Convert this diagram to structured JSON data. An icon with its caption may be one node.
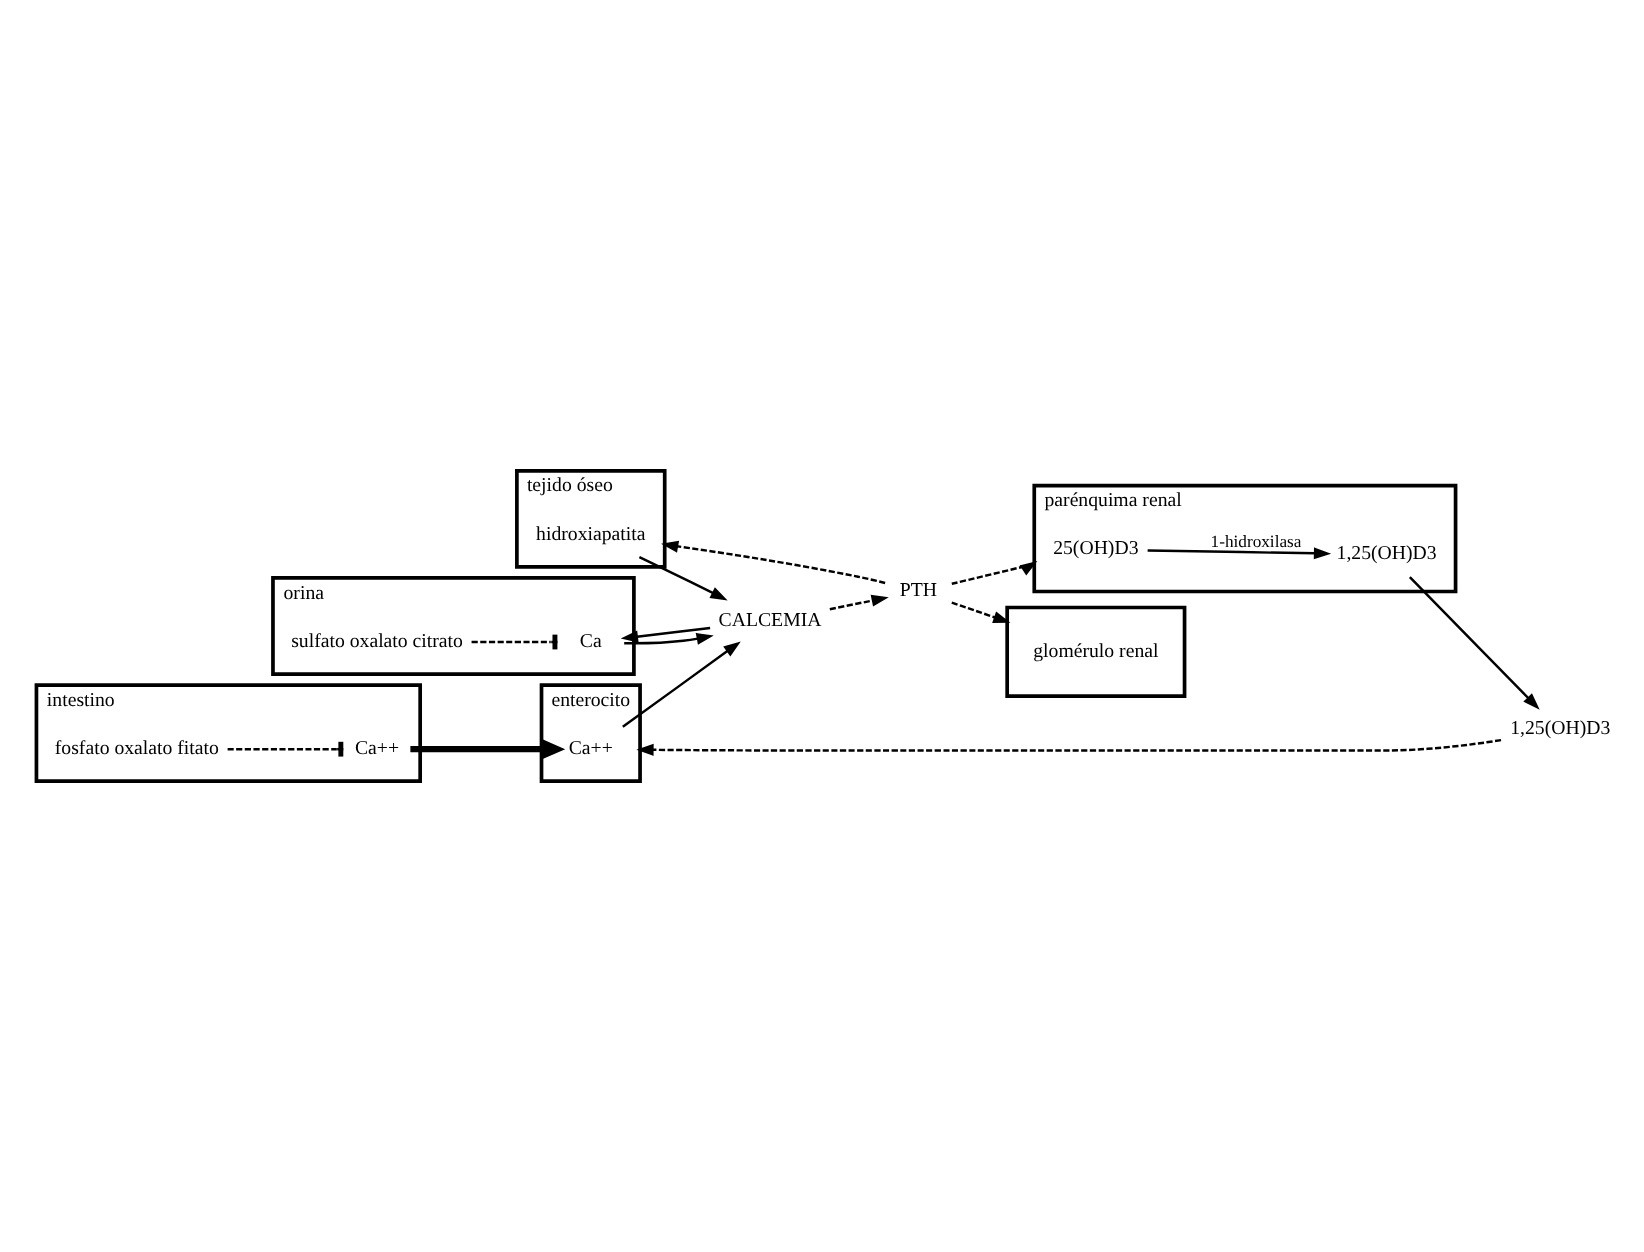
{
  "diagram": {
    "nodes": [
      {
        "text": [
          "intestino"
        ]
      },
      {
        "text": [
          "Ca++"
        ],
        "in": 0
      },
      {
        "text": [
          "fosfato oxalato fitato"
        ],
        "in": 0
      },
      {
        "text": [
          "enterocito"
        ]
      },
      {
        "text": [
          "Ca++"
        ],
        "in": 3
      },
      {
        "text": [
          "CALCEMIA"
        ]
      },
      {
        "text": [
          "1,25(OH)D3"
        ]
      },
      {
        "text": [
          "PTH"
        ]
      },
      {
        "text": [
          "parénquima renal"
        ]
      },
      {
        "text": [
          "glomérulo renal"
        ]
      },
      {
        "text": [
          "25(OH)D3"
        ],
        "in": 8
      },
      {
        "text": [
          "1,25(OH)D3"
        ],
        "in": 8
      },
      {
        "text": [
          "tejido óseo"
        ]
      },
      {
        "text": [
          "hidroxiapatita"
        ],
        "in": 12
      },
      {
        "text": [
          "orina"
        ]
      },
      {
        "text": [
          "Ca"
        ],
        "in": 14
      },
      {
        "text": [
          "sulfato oxalato citrato"
        ],
        "in": 14
      }
    ],
    "edges": [
      {
        "from": 1,
        "to": 4,
        "arrow": "to",
        "style": "thick"
      },
      {
        "from": 2,
        "to": 1,
        "arrow": "other",
        "style": "dashed"
      },
      {
        "from": 4,
        "to": 5,
        "arrow": "to"
      },
      {
        "from": 6,
        "to": 3,
        "arrow": "to",
        "style": "dashed"
      },
      {
        "from": 10,
        "to": 11,
        "arrow": "to",
        "label": "1-hidroxilasa"
      },
      {
        "from": 11,
        "to": 6,
        "arrow": "to"
      },
      {
        "from": 5,
        "to": 7,
        "arrow": "to",
        "style": "dashed"
      },
      {
        "from": 7,
        "to": 8,
        "arrow": "to",
        "style": "dashed"
      },
      {
        "from": 7,
        "to": 12,
        "arrow": "to",
        "style": "dashed"
      },
      {
        "from": 7,
        "to": 9,
        "arrow": "to",
        "style": "dashed"
      },
      {
        "from": 5,
        "to": 15,
        "arrow": "to"
      },
      {
        "from": 15,
        "to": 5,
        "arrow": "to"
      },
      {
        "from": 13,
        "to": 5,
        "arrow": "to"
      },
      {
        "from": 16,
        "to": 15,
        "arrow": "other",
        "style": "dashed"
      }
    ]
  }
}
